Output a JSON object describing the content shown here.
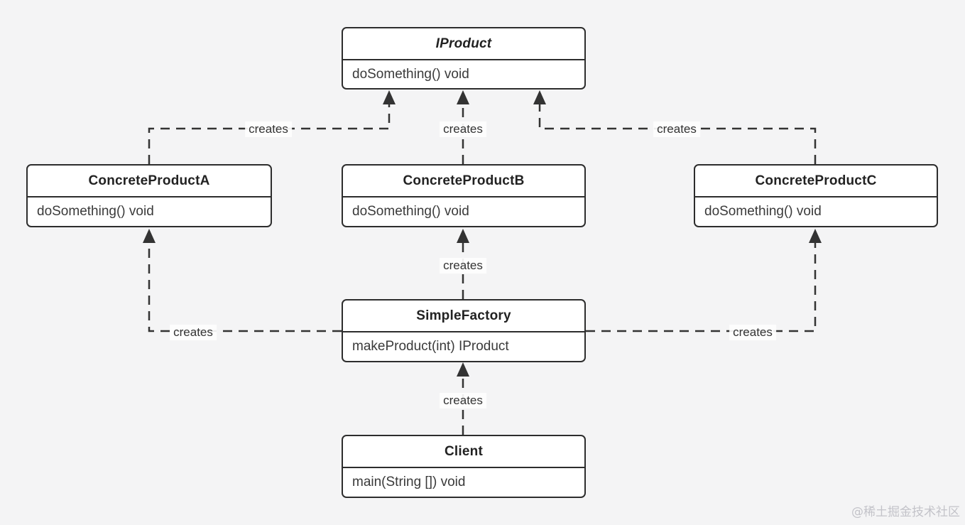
{
  "page": {
    "background_color": "#f4f4f5",
    "watermark": "@稀土掘金技术社区"
  },
  "diagram": {
    "type": "uml-class-diagram",
    "colors": {
      "box_fill": "#ffffff",
      "box_border": "#2d2d2d",
      "line": "#333333",
      "text": "#333333"
    },
    "classes": [
      {
        "name": "IProduct",
        "kind": "interface",
        "members": [
          "doSomething() void"
        ]
      },
      {
        "name": "ConcreteProductA",
        "kind": "class",
        "members": [
          "doSomething() void"
        ]
      },
      {
        "name": "ConcreteProductB",
        "kind": "class",
        "members": [
          "doSomething() void"
        ]
      },
      {
        "name": "ConcreteProductC",
        "kind": "class",
        "members": [
          "doSomething() void"
        ]
      },
      {
        "name": "SimpleFactory",
        "kind": "class",
        "members": [
          "makeProduct(int) IProduct"
        ]
      },
      {
        "name": "Client",
        "kind": "class",
        "members": [
          "main(String []) void"
        ]
      }
    ],
    "connectors": [
      {
        "from": "ConcreteProductA",
        "to": "IProduct",
        "style": "dashed",
        "arrow": "filled-triangle",
        "label": "creates"
      },
      {
        "from": "ConcreteProductB",
        "to": "IProduct",
        "style": "dashed",
        "arrow": "filled-triangle",
        "label": "creates"
      },
      {
        "from": "ConcreteProductC",
        "to": "IProduct",
        "style": "dashed",
        "arrow": "filled-triangle",
        "label": "creates"
      },
      {
        "from": "SimpleFactory",
        "to": "ConcreteProductB",
        "style": "dashed",
        "arrow": "filled-triangle",
        "label": "creates"
      },
      {
        "from": "SimpleFactory",
        "to": "ConcreteProductA",
        "style": "dashed",
        "arrow": "filled-triangle",
        "label": "creates"
      },
      {
        "from": "SimpleFactory",
        "to": "ConcreteProductC",
        "style": "dashed",
        "arrow": "filled-triangle",
        "label": "creates"
      },
      {
        "from": "Client",
        "to": "SimpleFactory",
        "style": "dashed",
        "arrow": "filled-triangle",
        "label": "creates"
      }
    ]
  }
}
